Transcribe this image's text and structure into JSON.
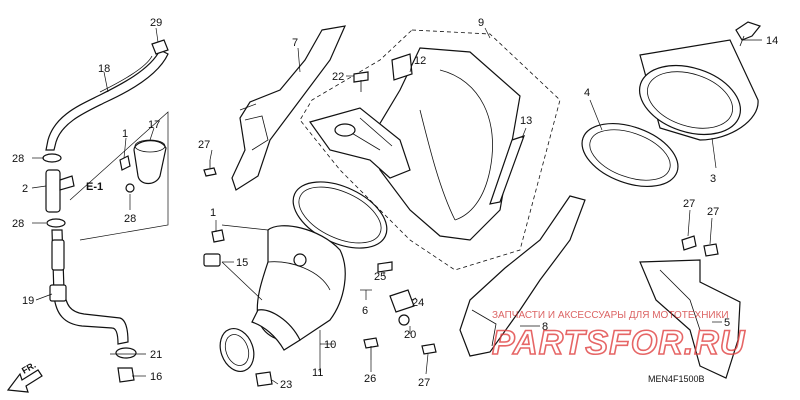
{
  "diagram": {
    "code": "MEN4F1500B",
    "front_marker": "FR.",
    "ref_label": "E-1",
    "callouts": {
      "c1a": "1",
      "c1b": "1",
      "c2": "2",
      "c3": "3",
      "c4": "4",
      "c5": "5",
      "c6": "6",
      "c7": "7",
      "c8": "8",
      "c9": "9",
      "c10": "10",
      "c11": "11",
      "c12": "12",
      "c13": "13",
      "c14": "14",
      "c15": "15",
      "c16": "16",
      "c17": "17",
      "c18": "18",
      "c19": "19",
      "c20": "20",
      "c21": "21",
      "c22": "22",
      "c23": "23",
      "c24": "24",
      "c25": "25",
      "c26": "26",
      "c27a": "27",
      "c27b": "27",
      "c27c": "27",
      "c27d": "27",
      "c28a": "28",
      "c28b": "28",
      "c28c": "28",
      "c29": "29"
    }
  },
  "watermark": {
    "tagline": "ЗАПЧАСТИ И АКСЕССУАРЫ ДЛЯ МОТОТЕХНИКИ",
    "logo": "PARTSFOR.RU"
  },
  "colors": {
    "ink": "#111111",
    "watermark": "#e04040"
  }
}
